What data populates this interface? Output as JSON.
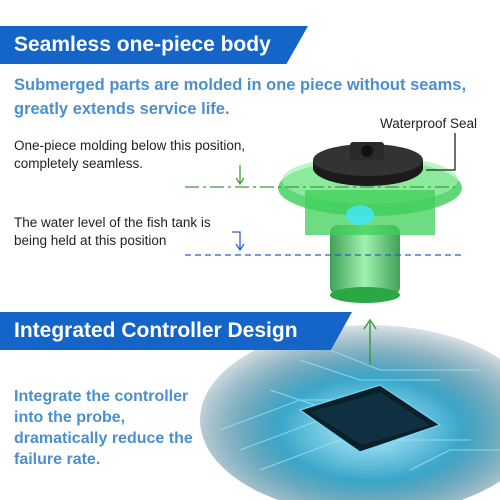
{
  "banner_top": {
    "title": "Seamless one-piece body"
  },
  "subhead": {
    "text": "Submerged parts are molded in one piece without seams, greatly extends service life."
  },
  "annotations": {
    "molding_note": "One-piece molding below this position, completely seamless.",
    "water_note": "The water level of the fish tank is being held at this position",
    "seal_label": "Waterproof Seal"
  },
  "banner_mid": {
    "title": "Integrated Controller Design"
  },
  "bottom": {
    "text": "Integrate the controller into the probe, dramatically reduce the failure rate."
  },
  "colors": {
    "banner_blue": "#1565c8",
    "subhead_blue": "#4a8fd0",
    "green_line": "#3f9a3f",
    "blue_line": "#2e5fc0",
    "probe_green": "#3fcf5a"
  }
}
